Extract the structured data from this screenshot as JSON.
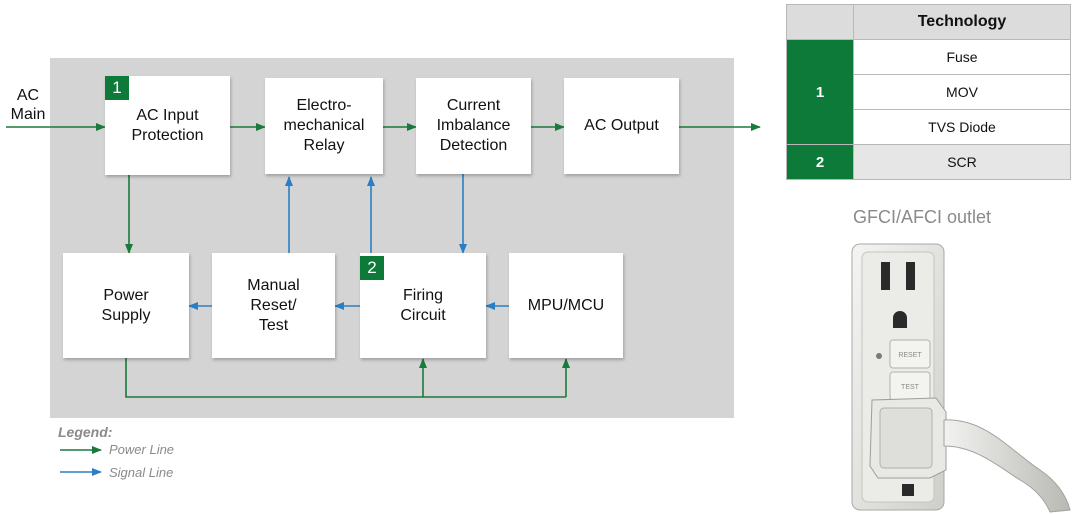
{
  "ac_main_label": "AC\nMain",
  "blocks": {
    "ac_input_protection": "AC Input\nProtection",
    "relay": "Electro-\nmechanical\nRelay",
    "current_imbalance": "Current\nImbalance\nDetection",
    "ac_output": "AC Output",
    "power_supply": "Power\nSupply",
    "manual_reset": "Manual\nReset/\nTest",
    "firing_circuit": "Firing\nCircuit",
    "mpu_mcu": "MPU/MCU"
  },
  "badges": {
    "b1": "1",
    "b2": "2"
  },
  "legend": {
    "title": "Legend:",
    "power_line": "Power Line",
    "signal_line": "Signal Line"
  },
  "colors": {
    "power_line": "#1a7a3c",
    "signal_line": "#2a7fc4",
    "badge": "#0e7a3a",
    "panel": "#d4d4d4"
  },
  "table": {
    "header": "Technology",
    "rows": [
      {
        "group": "1",
        "tech": "Fuse"
      },
      {
        "group": "1",
        "tech": "MOV"
      },
      {
        "group": "1",
        "tech": "TVS Diode"
      },
      {
        "group": "2",
        "tech": "SCR"
      }
    ]
  },
  "outlet": {
    "label": "GFCI/AFCI outlet",
    "button_top": "RESET",
    "button_bottom": "TEST"
  }
}
